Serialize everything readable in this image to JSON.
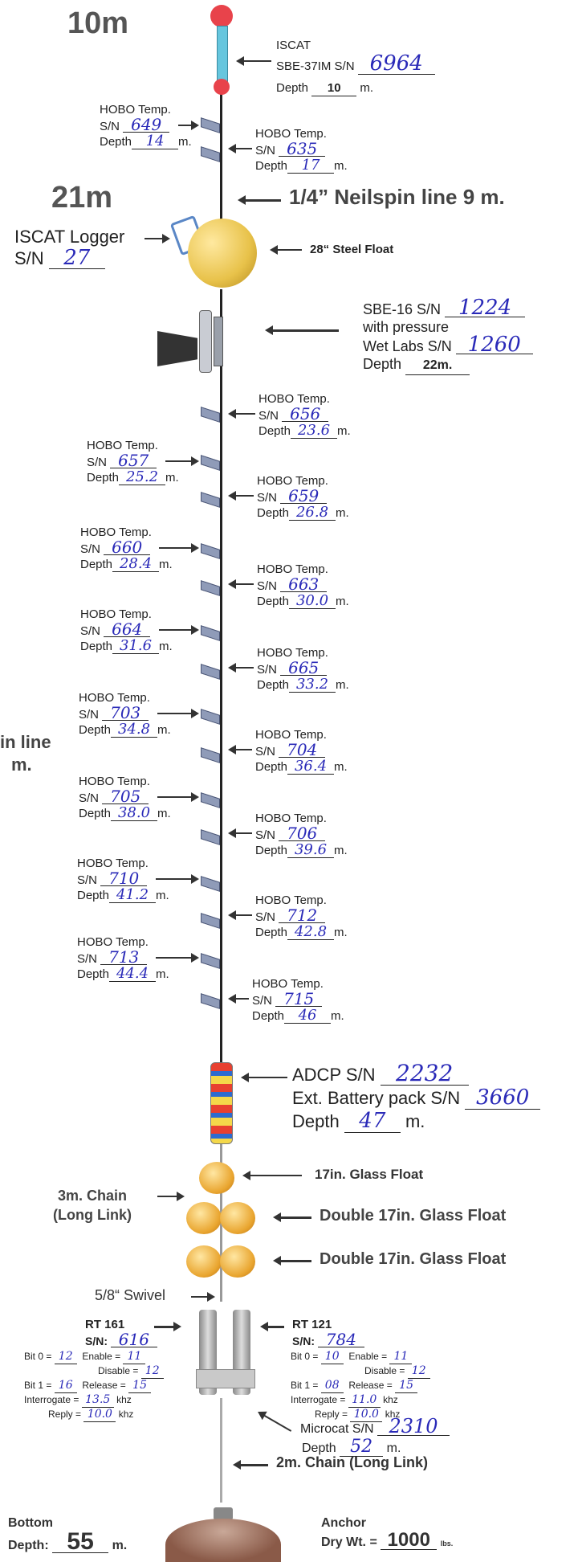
{
  "depth_10m": "10m",
  "depth_21m": "21m",
  "iscat": {
    "line1": "ISCAT",
    "line2": "SBE-37IM  S/N",
    "sn": "6964",
    "depth_label": "Depth",
    "depth": "10",
    "unit": "m."
  },
  "neilspin": "1/4” Neilspin line  9 m.",
  "logger": {
    "line1": "ISCAT Logger",
    "sn_label": "S/N",
    "sn": "27"
  },
  "steel_float": "28“ Steel Float",
  "sbe16": {
    "line1": "SBE-16  S/N",
    "sn": "1224",
    "line2": "with pressure",
    "line3": "Wet Labs S/N",
    "wl_sn": "1260",
    "depth_label": "Depth",
    "depth": "22m."
  },
  "hobo_title": "HOBO Temp.",
  "sn_label": "S/N",
  "depth_label": "Depth",
  "unit_m": "m.",
  "hobos": [
    {
      "sn": "649",
      "depth": "14"
    },
    {
      "sn": "635",
      "depth": "17"
    },
    {
      "sn": "656",
      "depth": "23.6"
    },
    {
      "sn": "657",
      "depth": "25.2"
    },
    {
      "sn": "659",
      "depth": "26.8"
    },
    {
      "sn": "660",
      "depth": "28.4"
    },
    {
      "sn": "663",
      "depth": "30.0"
    },
    {
      "sn": "664",
      "depth": "31.6"
    },
    {
      "sn": "665",
      "depth": "33.2"
    },
    {
      "sn": "703",
      "depth": "34.8"
    },
    {
      "sn": "704",
      "depth": "36.4"
    },
    {
      "sn": "705",
      "depth": "38.0"
    },
    {
      "sn": "706",
      "depth": "39.6"
    },
    {
      "sn": "710",
      "depth": "41.2"
    },
    {
      "sn": "712",
      "depth": "42.8"
    },
    {
      "sn": "713",
      "depth": "44.4"
    },
    {
      "sn": "715",
      "depth": "46"
    }
  ],
  "side_label": {
    "line1": "in line",
    "line2": "m."
  },
  "adcp": {
    "label": "ADCP S/N",
    "sn": "2232",
    "battery_label": "Ext. Battery pack S/N",
    "battery_sn": "3660",
    "depth_label": "Depth",
    "depth": "47",
    "unit": "m."
  },
  "glass_float": "17in. Glass Float",
  "double_float": "Double 17in. Glass Float",
  "chain3": {
    "line1": "3m. Chain",
    "line2": "(Long Link)"
  },
  "swivel": "5/8“ Swivel",
  "rt161": {
    "title": "RT 161",
    "sn_label": "S/N:",
    "sn": "616",
    "bit0_label": "Bit 0 =",
    "bit0": "12",
    "enable_label": "Enable =",
    "enable": "11",
    "disable_label": "Disable =",
    "disable": "12",
    "bit1_label": "Bit 1 =",
    "bit1": "16",
    "release_label": "Release =",
    "release": "15",
    "interrogate_label": "Interrogate =",
    "interrogate": "13.5",
    "khz": "khz",
    "reply_label": "Reply =",
    "reply": "10.0"
  },
  "rt121": {
    "title": "RT 121",
    "sn_label": "S/N:",
    "sn": "784",
    "bit0_label": "Bit 0 =",
    "bit0": "10",
    "enable_label": "Enable =",
    "enable": "11",
    "disable_label": "Disable =",
    "disable": "12",
    "bit1_label": "Bit 1 =",
    "bit1": "08",
    "release_label": "Release =",
    "release": "15",
    "interrogate_label": "Interrogate =",
    "interrogate": "11.0",
    "khz": "khz",
    "reply_label": "Reply =",
    "reply": "10.0"
  },
  "microcat": {
    "label": "Microcat S/N",
    "sn": "2310",
    "depth_label": "Depth",
    "depth": "52",
    "unit": "m."
  },
  "chain2": "2m. Chain (Long Link)",
  "bottom": {
    "line1": "Bottom",
    "line2": "Depth:",
    "value": "55",
    "unit": "m."
  },
  "anchor": {
    "line1": "Anchor",
    "line2": "Dry Wt. =",
    "value": "1000",
    "unit": "lbs."
  }
}
